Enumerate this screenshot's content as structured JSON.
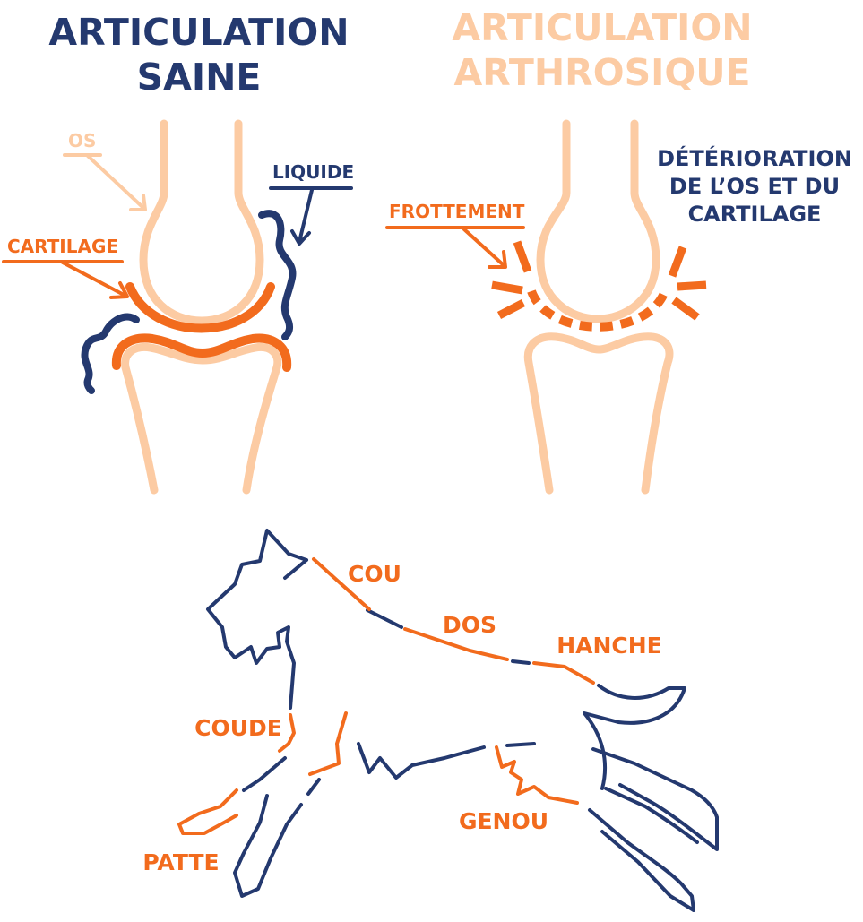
{
  "colors": {
    "navy": "#24396F",
    "orange": "#F26B1D",
    "peach": "#FCCBA3",
    "background": "#FFFFFF"
  },
  "healthy": {
    "title_line1": "ARTICULATION",
    "title_line2": "SAINE",
    "labels": {
      "bone": "OS",
      "fluid": "LIQUIDE",
      "cartilage": "CARTILAGE"
    }
  },
  "arthritic": {
    "title_line1": "ARTICULATION",
    "title_line2": "ARTHROSIQUE",
    "labels": {
      "friction": "FROTTEMENT",
      "damage_line1": "DÉTÉRIORATION",
      "damage_line2": "DE L’OS ET DU",
      "damage_line3": "CARTILAGE"
    }
  },
  "dog": {
    "labels": {
      "neck": "COU",
      "back": "DOS",
      "hip": "HANCHE",
      "elbow": "COUDE",
      "paw": "PATTE",
      "knee": "GENOU"
    }
  }
}
